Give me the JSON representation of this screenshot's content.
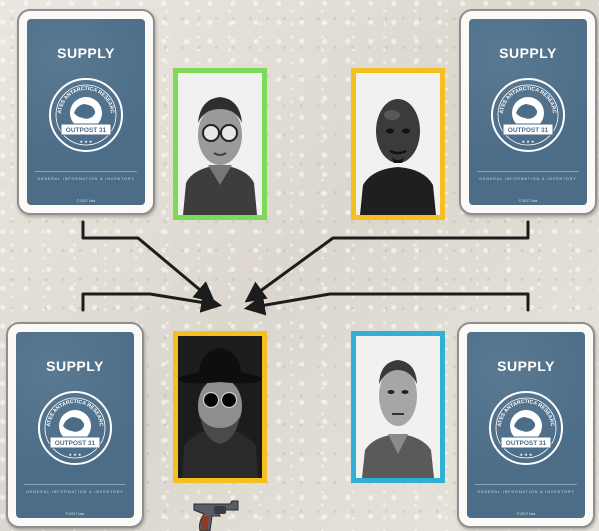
{
  "cards": [
    {
      "id": "top-left",
      "title": "SUPPLY",
      "seal_text": "UNITED STATES ANTARCTICA RESEARCH STATION",
      "seal_banner": "OUTPOST 31",
      "subtitle": "GENERAL INFORMATION & INVENTORY",
      "copyright": "© 2017 Usa"
    },
    {
      "id": "top-right",
      "title": "SUPPLY",
      "seal_text": "UNITED STATES ANTARCTICA RESEARCH STATION",
      "seal_banner": "OUTPOST 31",
      "subtitle": "GENERAL INFORMATION & INVENTORY",
      "copyright": "© 2017 Usa"
    },
    {
      "id": "bottom-left",
      "title": "SUPPLY",
      "seal_text": "UNITED STATES ANTARCTICA RESEARCH STATION",
      "seal_banner": "OUTPOST 31",
      "subtitle": "GENERAL INFORMATION & INVENTORY",
      "copyright": "© 2017 Usa"
    },
    {
      "id": "bottom-right",
      "title": "SUPPLY",
      "seal_text": "UNITED STATES ANTARCTICA RESEARCH STATION",
      "seal_banner": "OUTPOST 31",
      "subtitle": "GENERAL INFORMATION & INVENTORY",
      "copyright": "© 2017 Usa"
    }
  ],
  "portraits": [
    {
      "id": "glasses-man",
      "border_color": "green"
    },
    {
      "id": "bald-man",
      "border_color": "yellow"
    },
    {
      "id": "hat-man",
      "border_color": "yellow"
    },
    {
      "id": "thin-man",
      "border_color": "blue"
    }
  ],
  "colors": {
    "card_blue": "#4c6d88",
    "green": "#7ed957",
    "yellow": "#f4c020",
    "blue": "#2fb0d4",
    "arrow": "#1c1c1c"
  },
  "icons": [
    "arrow-icon",
    "revolver-icon"
  ]
}
